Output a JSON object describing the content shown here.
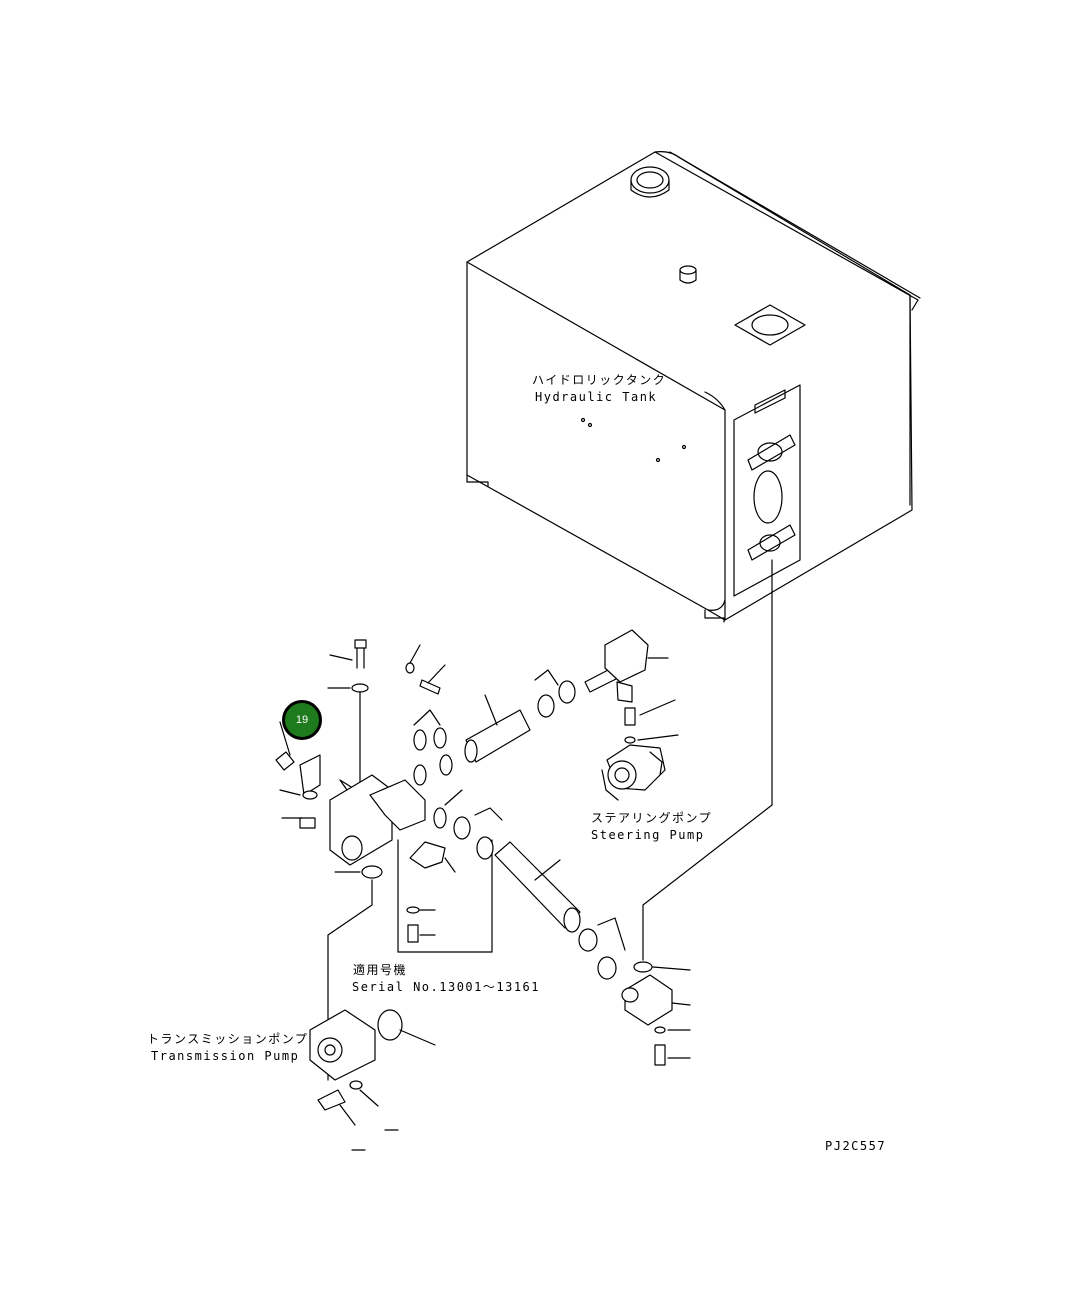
{
  "labels": {
    "hydraulic_tank_jp": "ハイドロリックタンク",
    "hydraulic_tank_en": "Hydraulic Tank",
    "steering_pump_jp": "ステアリングポンプ",
    "steering_pump_en": "Steering Pump",
    "serial_jp": "適用号機",
    "serial_en": "Serial No.13001～13161",
    "transmission_pump_jp": "トランスミッションポンプ",
    "transmission_pump_en": "Transmission Pump",
    "drawing_code": "PJ2C557"
  },
  "callout": {
    "number": "19",
    "color": "#1d7a1d"
  }
}
